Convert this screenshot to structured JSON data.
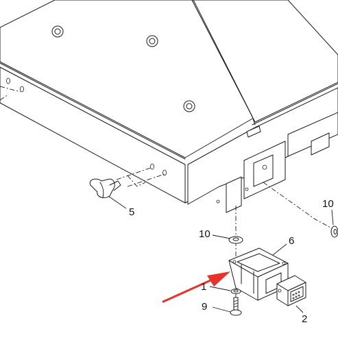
{
  "callouts": [
    {
      "id": "c5",
      "label": "5"
    },
    {
      "id": "c10a",
      "label": "10"
    },
    {
      "id": "c6",
      "label": "6"
    },
    {
      "id": "c1",
      "label": "1"
    },
    {
      "id": "c9",
      "label": "9"
    },
    {
      "id": "c2",
      "label": "2"
    },
    {
      "id": "c10b",
      "label": "10"
    }
  ],
  "colors": {
    "arrow": "#e8332a",
    "line": "#1a1a1a"
  }
}
